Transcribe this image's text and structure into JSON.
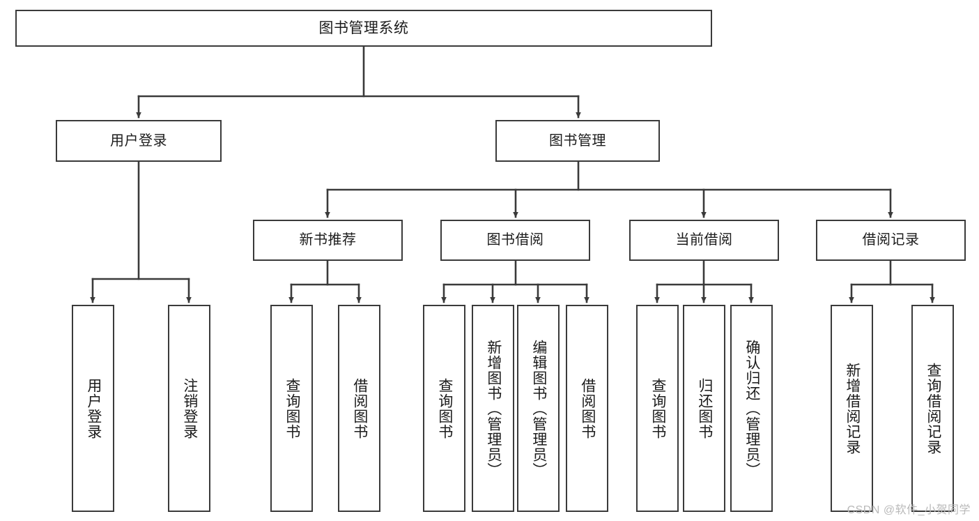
{
  "diagram": {
    "title": "图书管理系统",
    "type": "tree-hierarchy-chart",
    "colors": {
      "box_border": "#3a3a3a",
      "box_fill": "#ffffff",
      "connector": "#3a3a3a",
      "text": "#1b1b1b",
      "watermark": "#b9b9b9",
      "background": "#ffffff"
    },
    "watermark": "CSDN @软件_小贺同学",
    "nodes": {
      "root": {
        "label": "图书管理系统"
      },
      "level2": [
        {
          "id": "user-login",
          "label": "用户登录"
        },
        {
          "id": "book-manage",
          "label": "图书管理"
        }
      ],
      "level3": [
        {
          "id": "new-book-recommend",
          "label": "新书推荐"
        },
        {
          "id": "book-borrow",
          "label": "图书借阅"
        },
        {
          "id": "current-borrow",
          "label": "当前借阅"
        },
        {
          "id": "borrow-record",
          "label": "借阅记录"
        }
      ],
      "leaves": [
        {
          "id": "leaf-user-login",
          "label": "用户登录",
          "parent": "user-login"
        },
        {
          "id": "leaf-logout-login",
          "label": "注销登录",
          "parent": "user-login"
        },
        {
          "id": "leaf-query-book-1",
          "label": "查询图书",
          "parent": "new-book-recommend"
        },
        {
          "id": "leaf-borrow-book-1",
          "label": "借阅图书",
          "parent": "new-book-recommend"
        },
        {
          "id": "leaf-query-book-2",
          "label": "查询图书",
          "parent": "book-borrow"
        },
        {
          "id": "leaf-add-book",
          "label": "新增图书（管理员）",
          "parent": "book-borrow"
        },
        {
          "id": "leaf-edit-book",
          "label": "编辑图书（管理员）",
          "parent": "book-borrow"
        },
        {
          "id": "leaf-borrow-book-2",
          "label": "借阅图书",
          "parent": "book-borrow"
        },
        {
          "id": "leaf-query-book-3",
          "label": "查询图书",
          "parent": "current-borrow"
        },
        {
          "id": "leaf-return-book",
          "label": "归还图书",
          "parent": "current-borrow"
        },
        {
          "id": "leaf-confirm-return",
          "label": "确认归还（管理员）",
          "parent": "current-borrow"
        },
        {
          "id": "leaf-add-record",
          "label": "新增借阅记录",
          "parent": "borrow-record"
        },
        {
          "id": "leaf-query-record",
          "label": "查询借阅记录",
          "parent": "borrow-record"
        }
      ]
    }
  }
}
